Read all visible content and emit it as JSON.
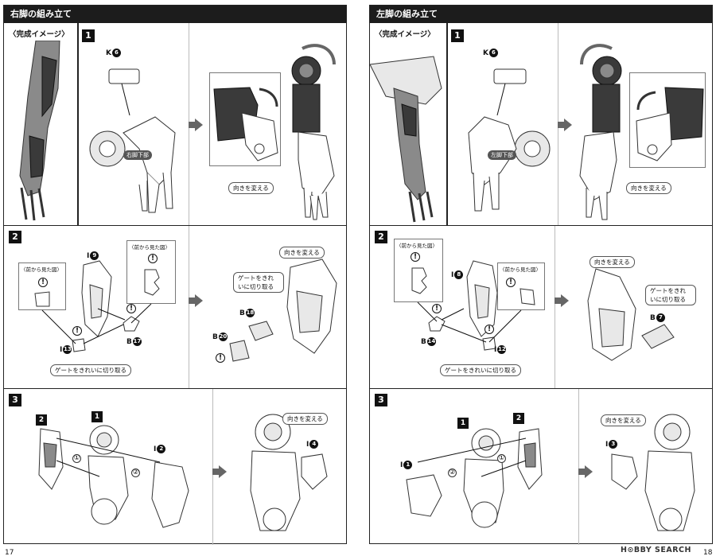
{
  "left_page": {
    "header": "右脚の組み立て",
    "completed_label": "〈完成イメージ〉",
    "page_number": "17",
    "step1": {
      "number": "1",
      "part_k": "K",
      "part_k_num": "6",
      "lower_leg_tag": "右脚下部",
      "turn_note": "向きを変える"
    },
    "step2": {
      "number": "2",
      "part_i_top": "I",
      "part_i_top_num": "9",
      "front_view_1": "〈前から見た図〉",
      "front_view_2": "〈前から見た図〉",
      "part_i_bottom": "I",
      "part_i_bottom_num": "13",
      "part_b_1": "B",
      "part_b_1_num": "17",
      "gate_note_1": "ゲートをきれいに切り取る",
      "turn_note": "向きを変える",
      "gate_note_2": "ゲートをきれいに切り取る",
      "part_b_2": "B",
      "part_b_2_num": "18",
      "part_b_3": "B",
      "part_b_3_num": "20"
    },
    "step3": {
      "number": "3",
      "ref_2": "2",
      "ref_1": "1",
      "circle_1": "①",
      "circle_2": "②",
      "part_i_2": "I",
      "part_i_2_num": "2",
      "turn_note": "向きを変える",
      "part_i_4": "I",
      "part_i_4_num": "4"
    }
  },
  "right_page": {
    "header": "左脚の組み立て",
    "completed_label": "〈完成イメージ〉",
    "page_number": "18",
    "step1": {
      "number": "1",
      "part_k": "K",
      "part_k_num": "6",
      "lower_leg_tag": "左脚下部",
      "turn_note": "向きを変える"
    },
    "step2": {
      "number": "2",
      "front_view_1": "〈前から見た図〉",
      "front_view_2": "〈前から見た図〉",
      "part_i_top": "I",
      "part_i_top_num": "8",
      "part_b_1": "B",
      "part_b_1_num": "14",
      "part_i_bottom": "I",
      "part_i_bottom_num": "12",
      "gate_note_1": "ゲートをきれいに切り取る",
      "turn_note": "向きを変える",
      "gate_note_2": "ゲートをきれいに切り取る",
      "part_b_2": "B",
      "part_b_2_num": "7"
    },
    "step3": {
      "number": "3",
      "ref_1": "1",
      "ref_2": "2",
      "circle_1": "①",
      "circle_2": "②",
      "part_i_1": "I",
      "part_i_1_num": "1",
      "turn_note": "向きを変える",
      "part_i_3": "I",
      "part_i_3_num": "3"
    }
  },
  "watermark": "H⊙BBY SEARCH",
  "caution_symbol": "!"
}
